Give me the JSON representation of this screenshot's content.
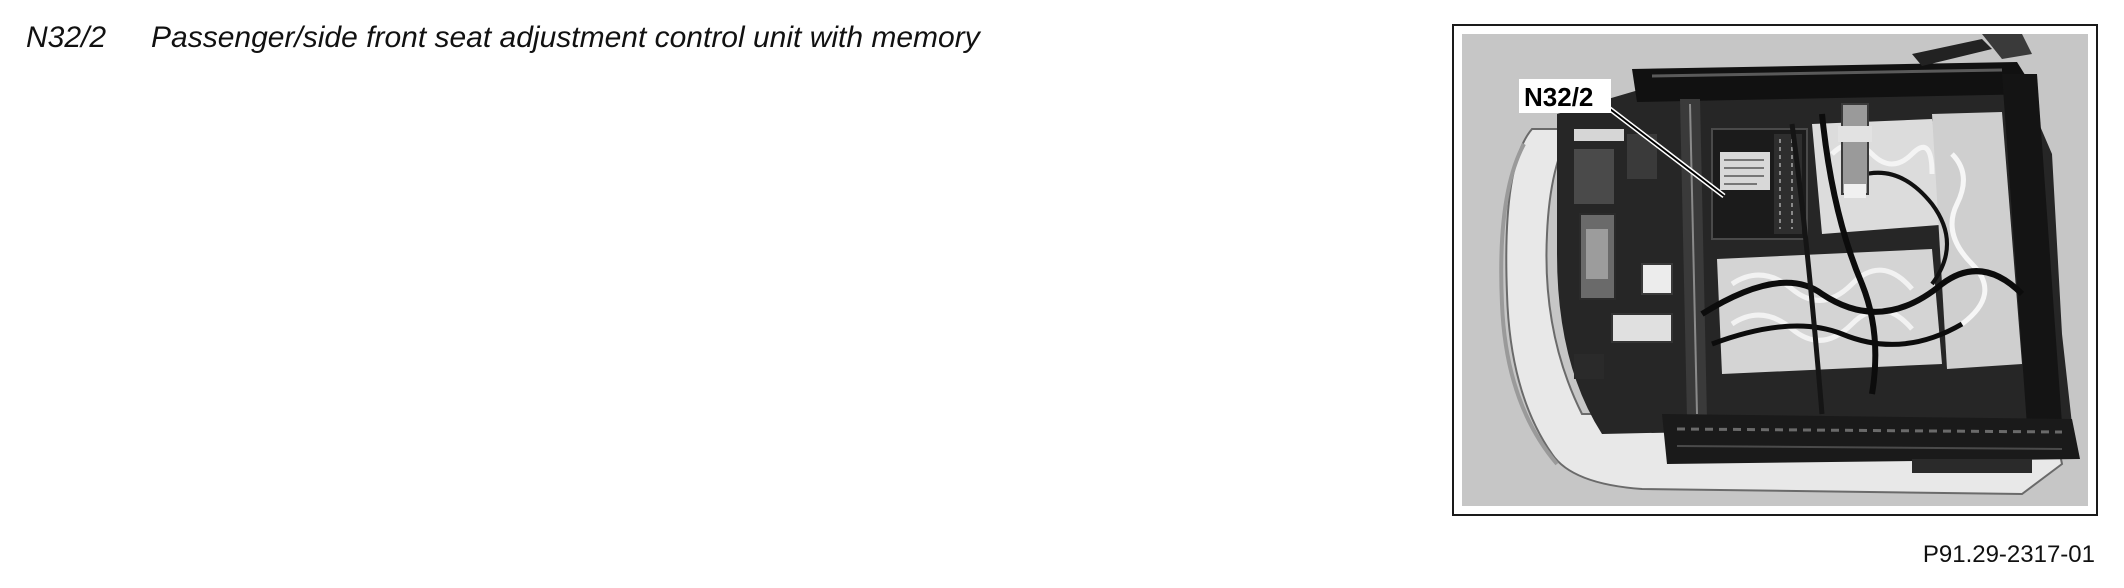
{
  "legend": {
    "code": "N32/2",
    "description": "Passenger/side front seat adjustment control unit with memory"
  },
  "figure": {
    "callout_label": "N32/2",
    "reference": "P91.29-2317-01"
  }
}
